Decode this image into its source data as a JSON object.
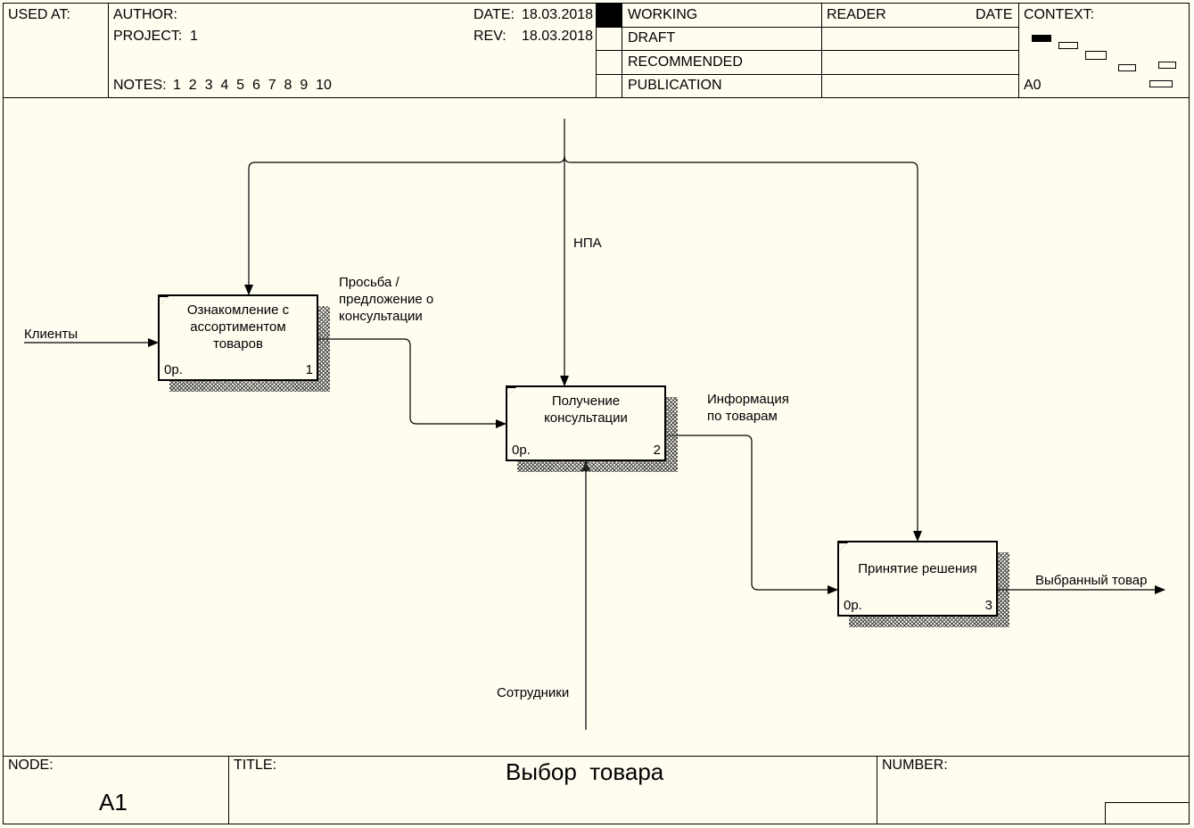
{
  "header": {
    "used_at_label": "USED AT:",
    "author_label": "AUTHOR:",
    "project_label": "PROJECT:",
    "project_value": "1",
    "notes_label": "NOTES:",
    "notes_numbers": "1  2  3  4  5  6  7  8  9  10",
    "date_label": "DATE:",
    "date_value": "18.03.2018",
    "rev_label": "REV:",
    "rev_value": "18.03.2018",
    "status": [
      "WORKING",
      "DRAFT",
      "RECOMMENDED",
      "PUBLICATION"
    ],
    "reader_label": "READER",
    "reader_date_label": "DATE",
    "context_label": "CONTEXT:",
    "context_node": "A0"
  },
  "diagram": {
    "boxes": [
      {
        "name": "Ознакомление с ассортиментом товаров",
        "cost": "0р.",
        "number": "1"
      },
      {
        "name": "Получение консультации",
        "cost": "0р.",
        "number": "2"
      },
      {
        "name": "Принятие решения",
        "cost": "0р.",
        "number": "3"
      }
    ],
    "arrows": {
      "clients": "Клиенты",
      "request": "Просьба / предложение о консультации",
      "npa": "НПА",
      "info": "Информация по товарам",
      "chosen": "Выбранный товар",
      "staff": "Сотрудники"
    }
  },
  "footer": {
    "node_label": "NODE:",
    "node_value": "A1",
    "title_label": "TITLE:",
    "title_value": "Выбор  товара",
    "number_label": "NUMBER:"
  }
}
